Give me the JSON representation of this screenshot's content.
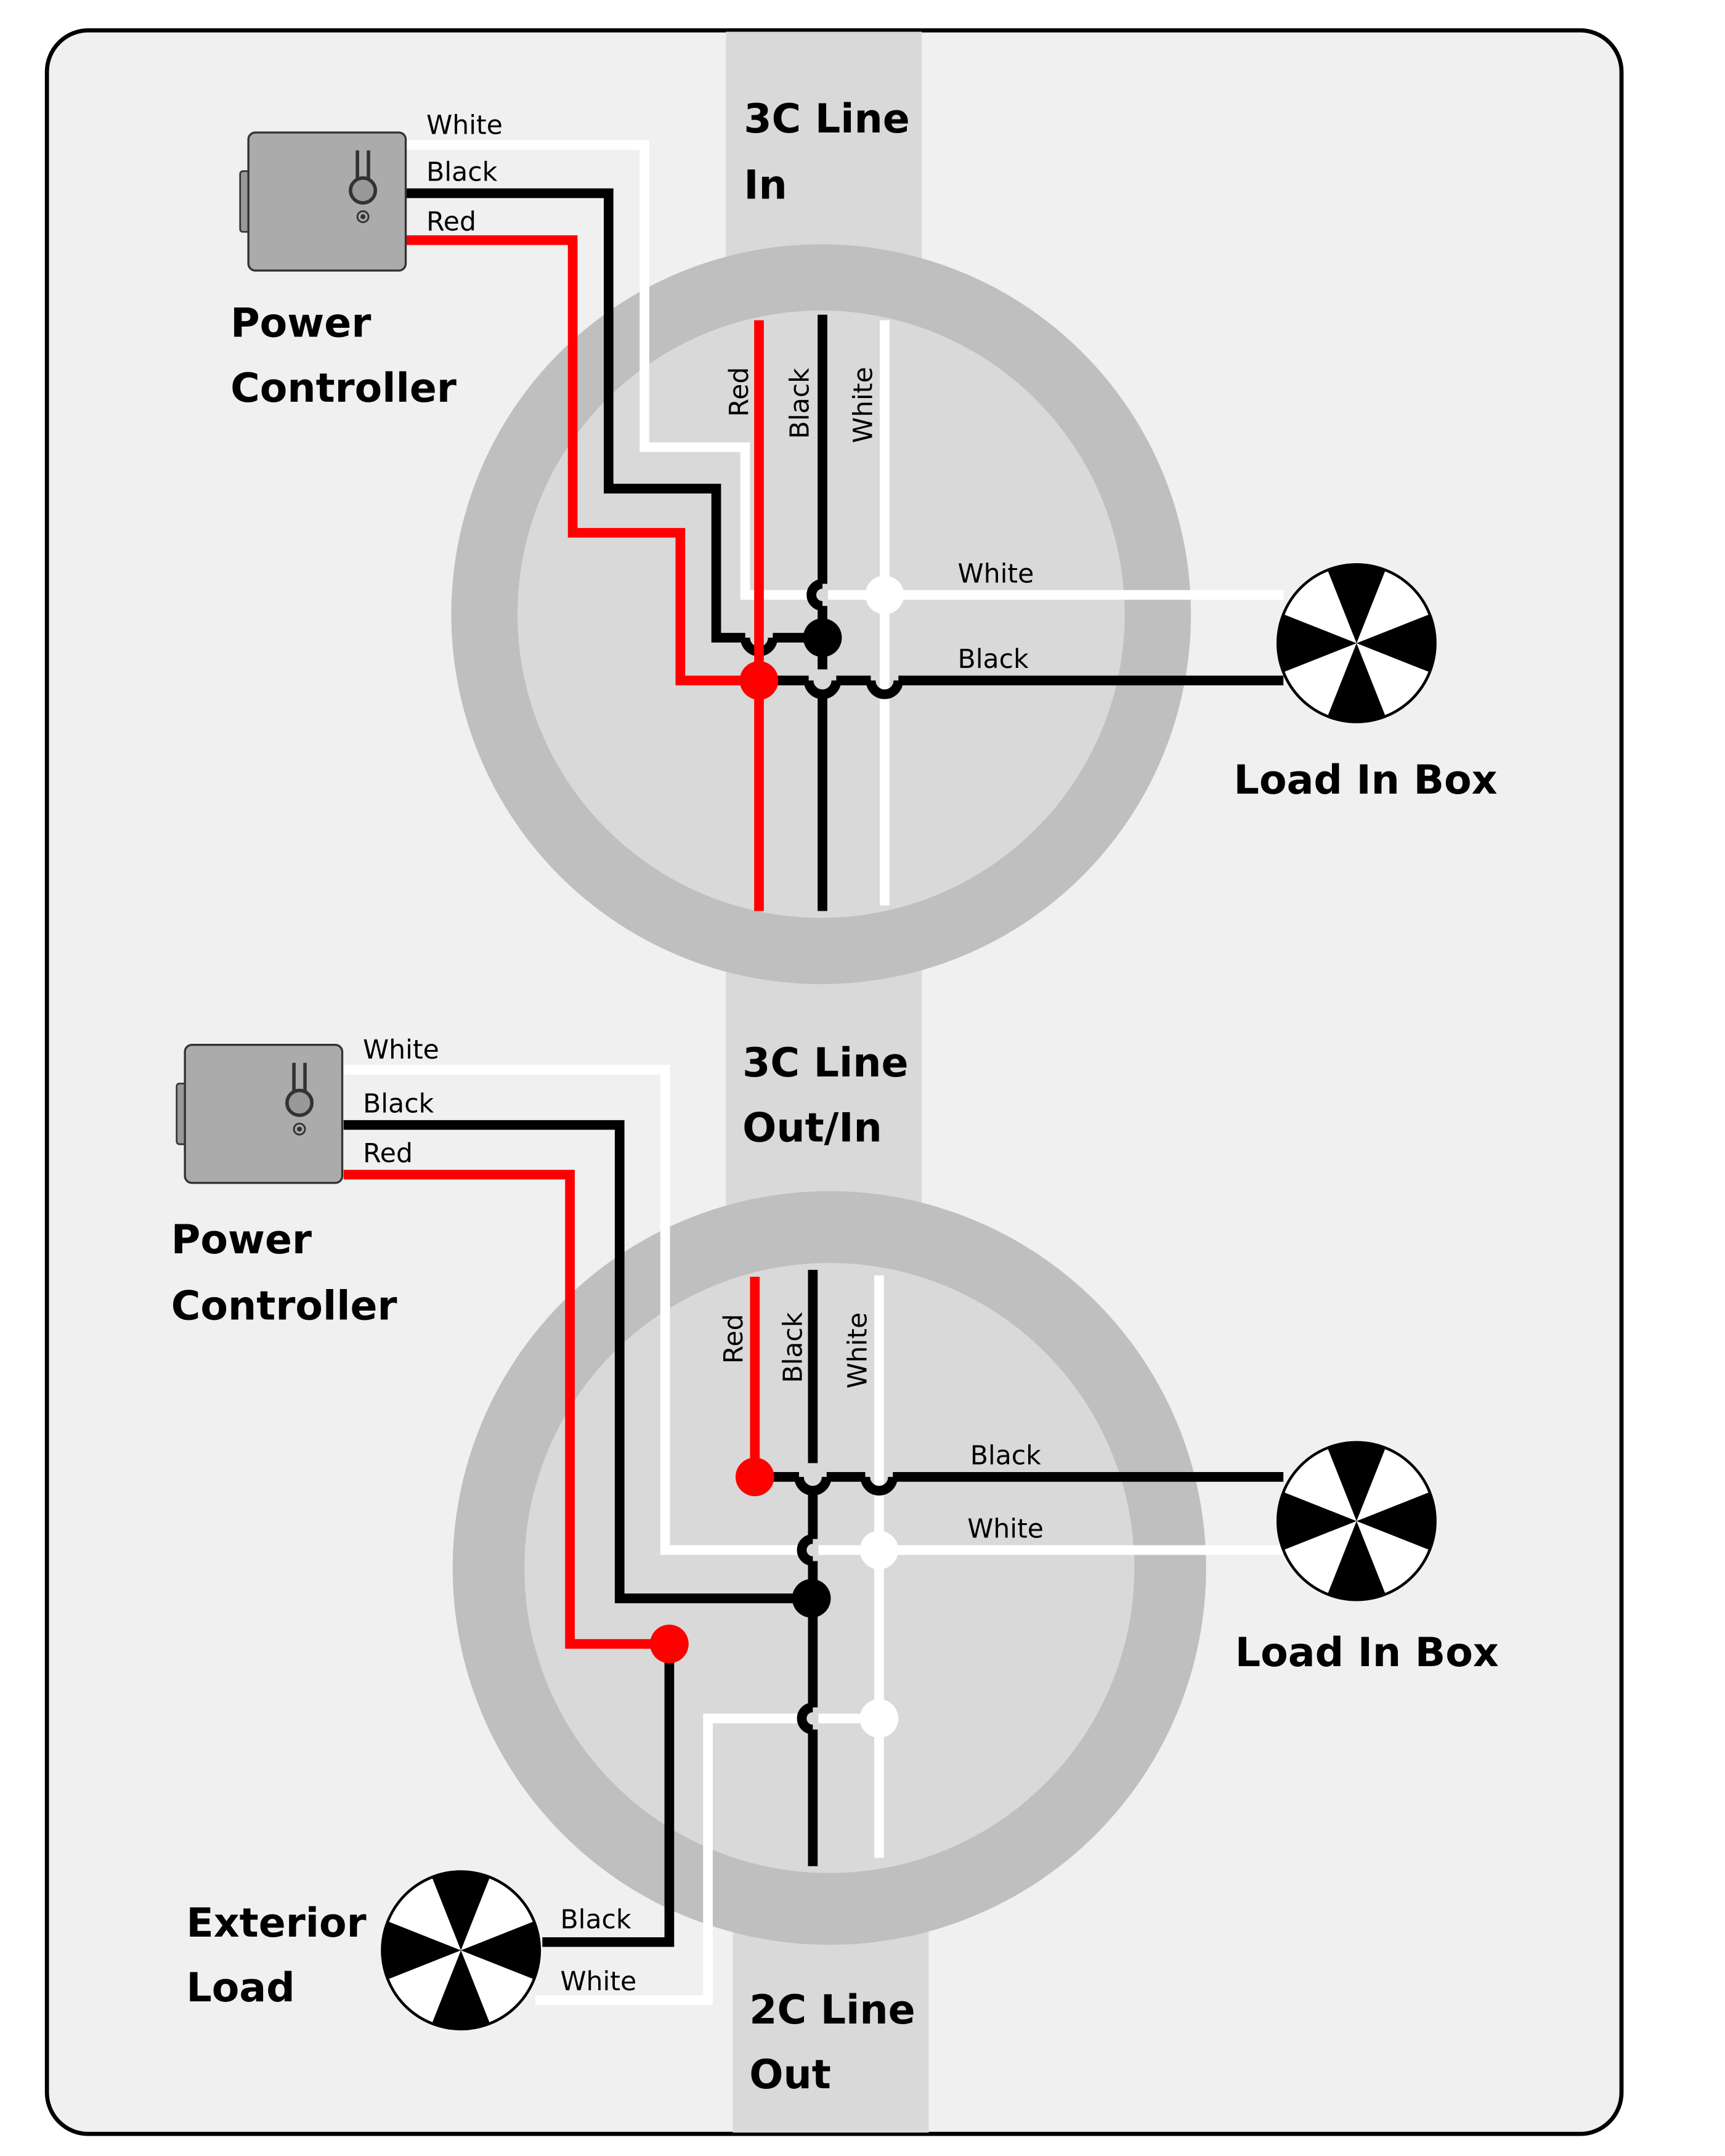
{
  "colors": {
    "background": "#f0f0f0",
    "strip": "#d9d9d9",
    "ring": "#bfbfbf",
    "box_inner": "#d9d9d9",
    "wire_red": "#ff0000",
    "wire_black": "#000000",
    "wire_white": "#ffffff",
    "controller_fill": "#ababab",
    "controller_stroke": "#333333"
  },
  "top": {
    "strip_label_line1": "3C Line",
    "strip_label_line2": "In",
    "controller_label_line1": "Power",
    "controller_label_line2": "Controller",
    "controller_wires": [
      "White",
      "Black",
      "Red"
    ],
    "box_wire_labels": [
      "Red",
      "Black",
      "White"
    ],
    "load_wires": [
      "White",
      "Black"
    ],
    "load_label": "Load In Box"
  },
  "bottom": {
    "strip_label_line1": "3C Line",
    "strip_label_line2": "Out/In",
    "controller_label_line1": "Power",
    "controller_label_line2": "Controller",
    "controller_wires": [
      "White",
      "Black",
      "Red"
    ],
    "box_wire_labels": [
      "Red",
      "Black",
      "White"
    ],
    "load_wires": [
      "Black",
      "White"
    ],
    "load_label": "Load In Box",
    "exterior_label_line1": "Exterior",
    "exterior_label_line2": "Load",
    "exterior_wires": [
      "Black",
      "White"
    ],
    "out_strip_label_line1": "2C Line",
    "out_strip_label_line2": "Out"
  }
}
